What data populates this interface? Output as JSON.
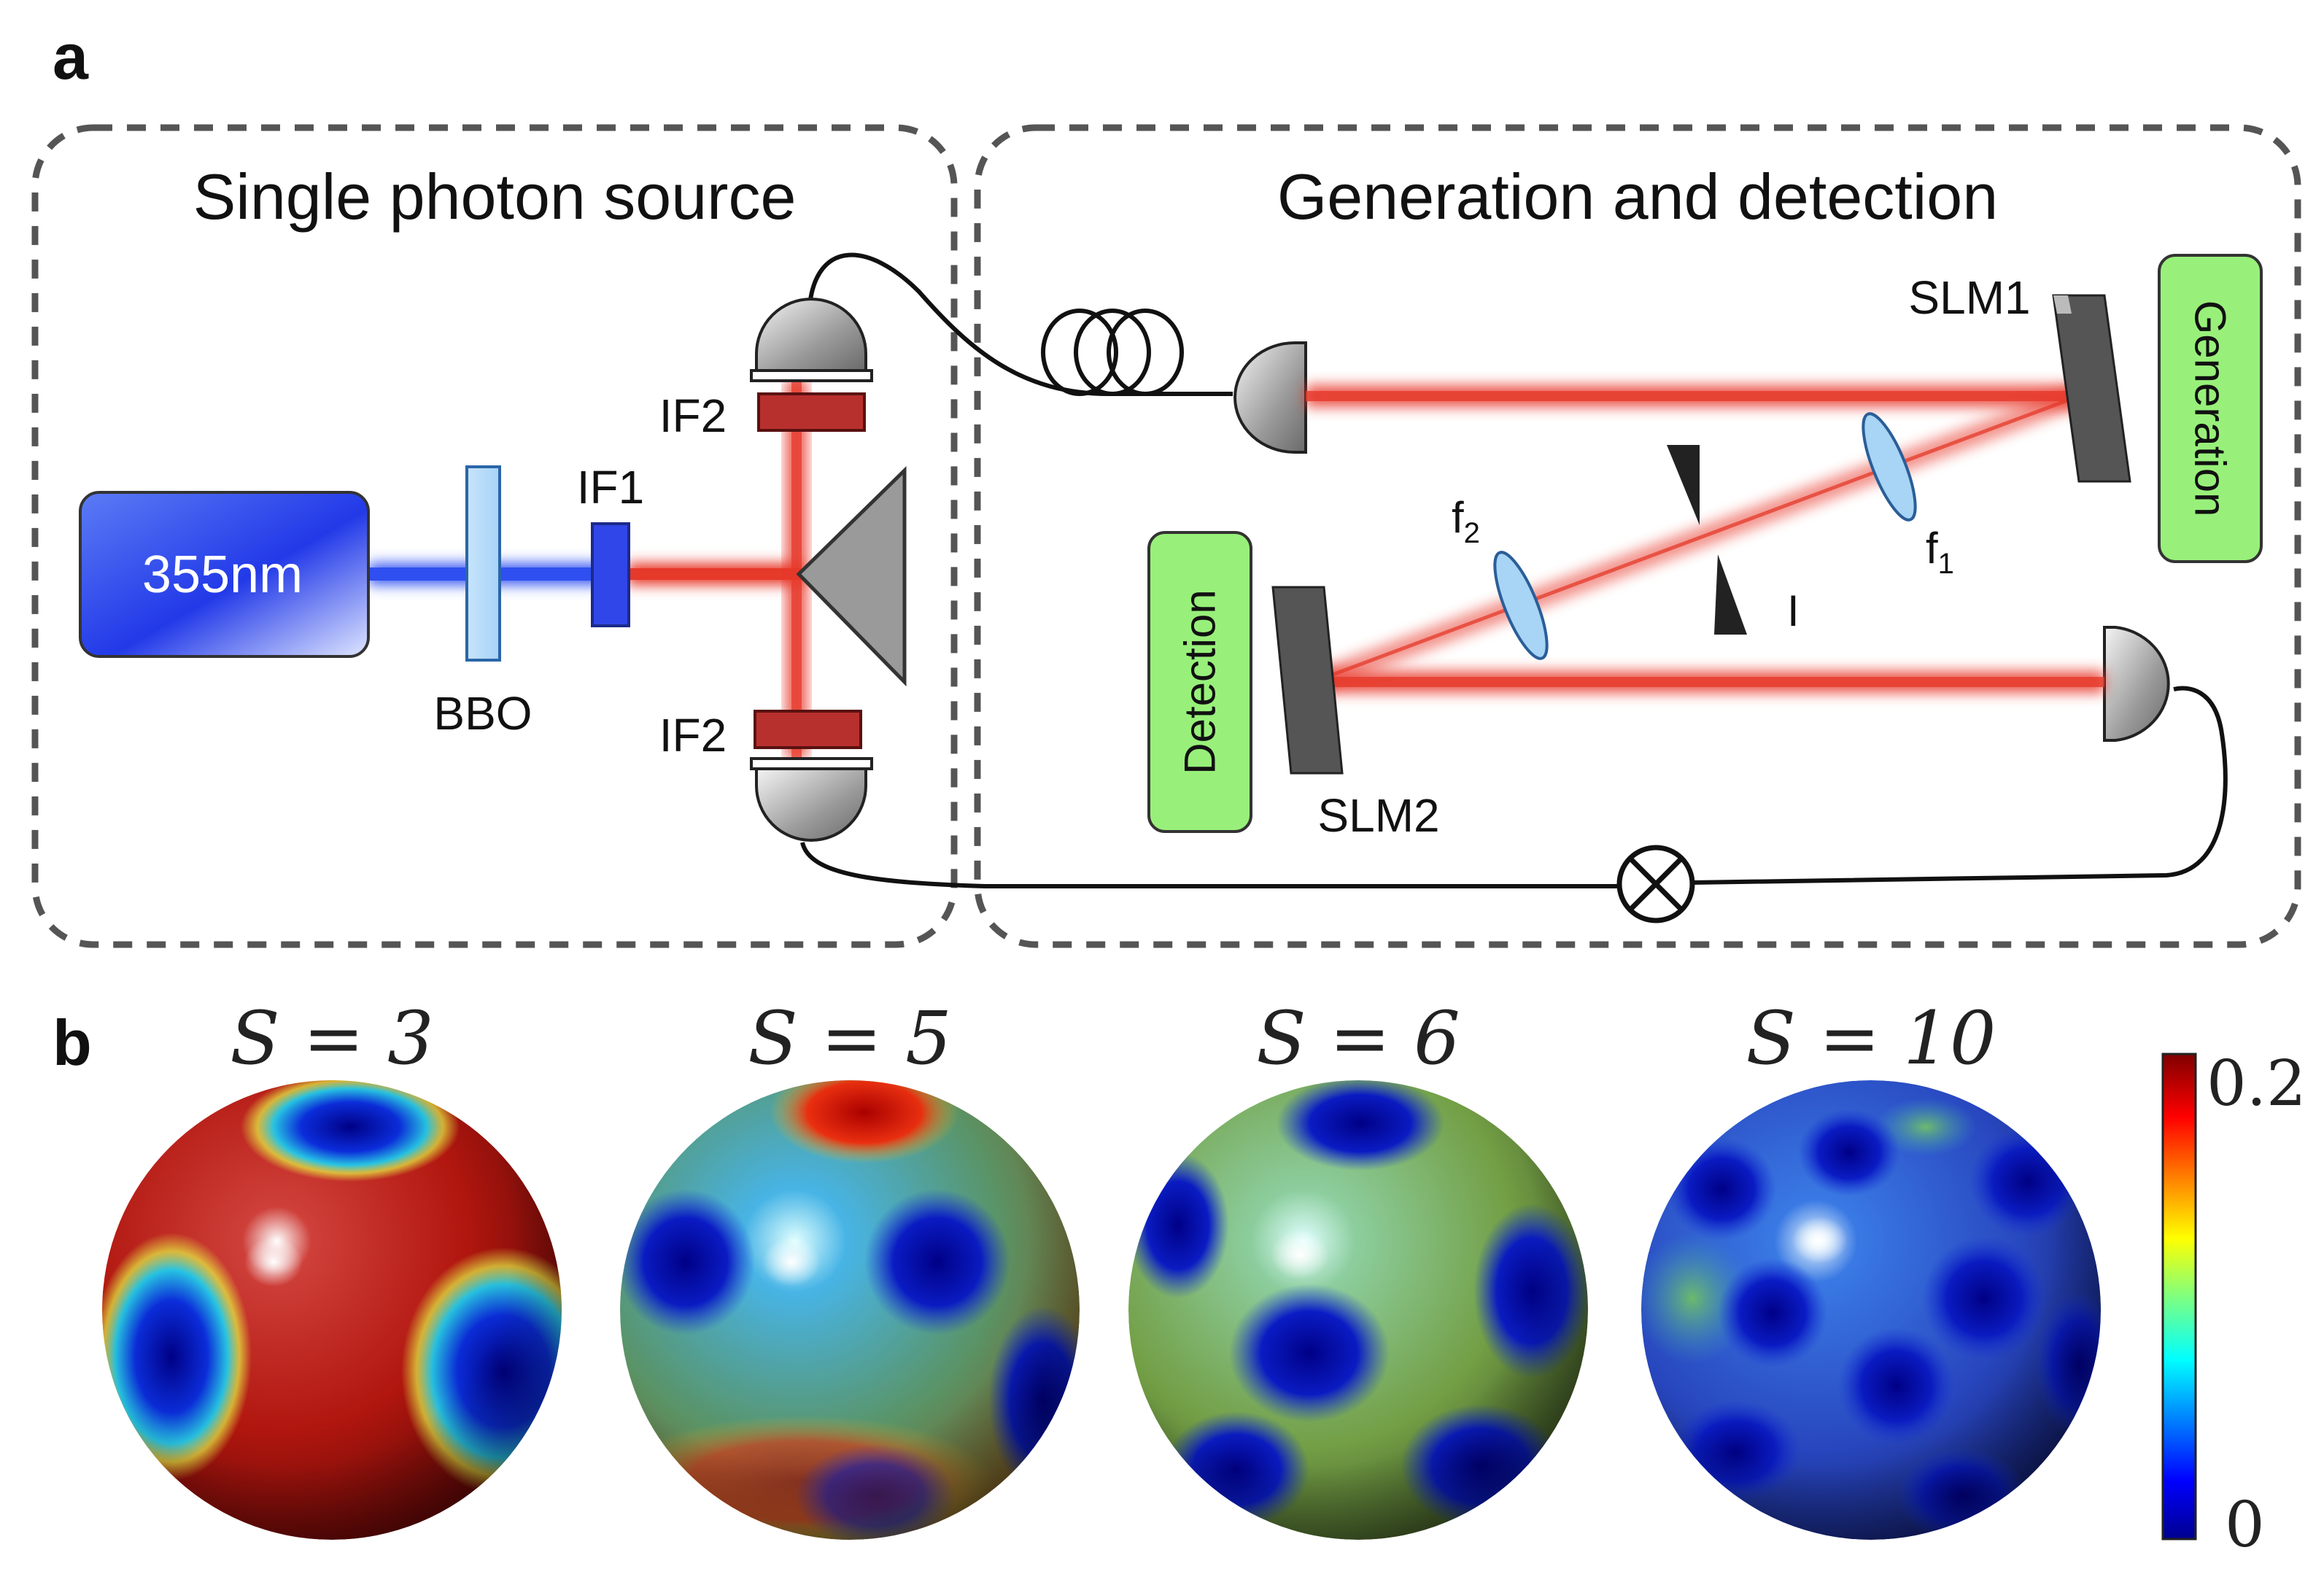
{
  "panel_a": {
    "label": "a",
    "source_box_title": "Single photon source",
    "generation_box_title": "Generation and detection",
    "laser_label": "355nm",
    "bbo_label": "BBO",
    "if1_label": "IF1",
    "if2_top_label": "IF2",
    "if2_bottom_label": "IF2",
    "slm1_label": "SLM1",
    "slm2_label": "SLM2",
    "lens_f1_label": "f",
    "lens_f1_sub": "1",
    "lens_f2_label": "f",
    "lens_f2_sub": "2",
    "iris_label": "I",
    "generation_label": "Generation",
    "detection_label": "Detection",
    "colors": {
      "beam_red": "#e8392b",
      "pump_blue": "#2f4ff0",
      "label_box_green": "#98f07a",
      "dashed_border": "#555555"
    }
  },
  "panel_b": {
    "label": "b",
    "spheres": [
      {
        "title": "S = 3"
      },
      {
        "title": "S = 5"
      },
      {
        "title": "S = 6"
      },
      {
        "title": "S = 10"
      }
    ],
    "colorbar": {
      "max_label": "0.2",
      "min_label": "0",
      "colormap": "jet"
    }
  }
}
